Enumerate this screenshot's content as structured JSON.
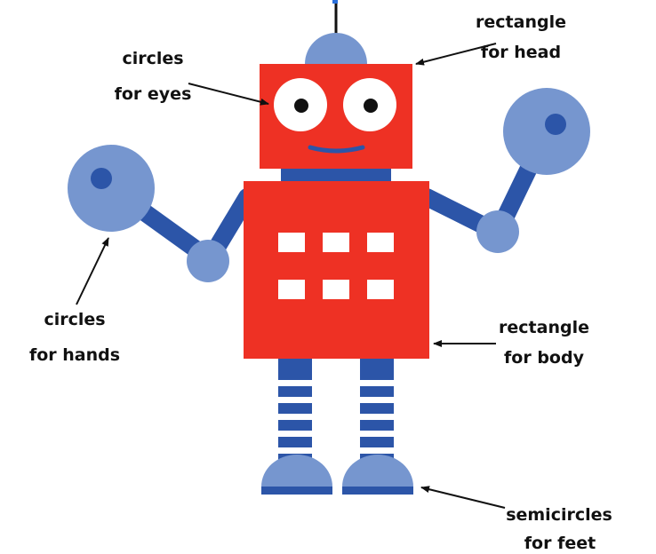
{
  "colors": {
    "body_red": "#EE3124",
    "dark_blue": "#2C55A8",
    "light_blue": "#7696CF",
    "white": "#FFFFFF",
    "eye_black": "#111111",
    "arrow": "#111111"
  },
  "labels": {
    "head": {
      "line1": "rectangle",
      "line2": "for head"
    },
    "eyes": {
      "line1": "circles",
      "line2": "for eyes"
    },
    "hands": {
      "line1": "circles",
      "line2": "for hands"
    },
    "body": {
      "line1": "rectangle",
      "line2": "for body"
    },
    "feet": {
      "line1": "semicircles",
      "line2": "for feet"
    }
  }
}
